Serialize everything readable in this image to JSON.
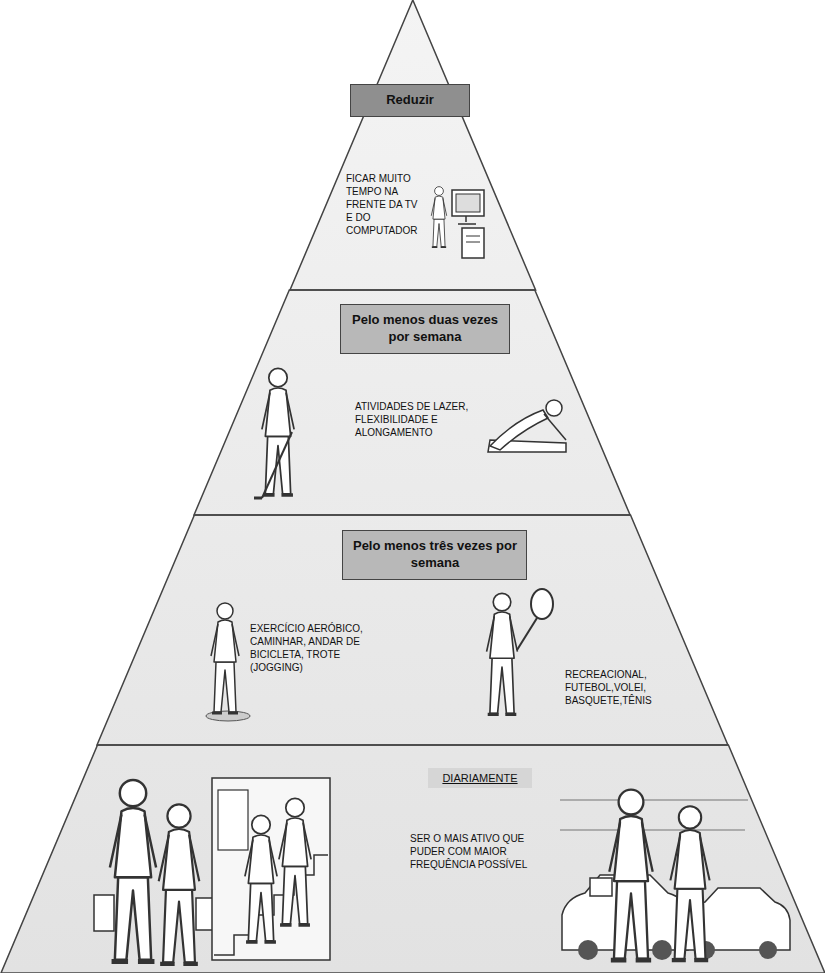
{
  "diagram": {
    "nodes": [
      {
        "text": [
          "FICAR MUITO TEMPO NA FRENTE DA TV E DO COMPUTADOR"
        ]
      },
      {
        "text": [
          "Reduzir"
        ],
        "in": 0
      },
      {
        "text": [
          "ATIVIDADES DE LAZER, FLEXIBILIDADE E ALONGAMENTO"
        ]
      },
      {
        "text": [
          "Pelo menos duas vezes por semana"
        ],
        "in": 2
      },
      {
        "text": [
          "EXERCÍCIO AERÓBICO, CAMINHAR, ANDAR DE BICICLETA, TROTE (JOGGING)",
          "RECREACIONAL, FUTEBOL,VOLEI, BASQUETE,TÊNIS"
        ]
      },
      {
        "text": [
          "Pelo menos três vezes por semana"
        ],
        "in": 4
      },
      {
        "text": [
          "DIARIAMENTE",
          "SER O MAIS ATIVO QUE PUDER COM MAIOR FREQUÊNCIA POSSÍVEL"
        ]
      }
    ]
  }
}
